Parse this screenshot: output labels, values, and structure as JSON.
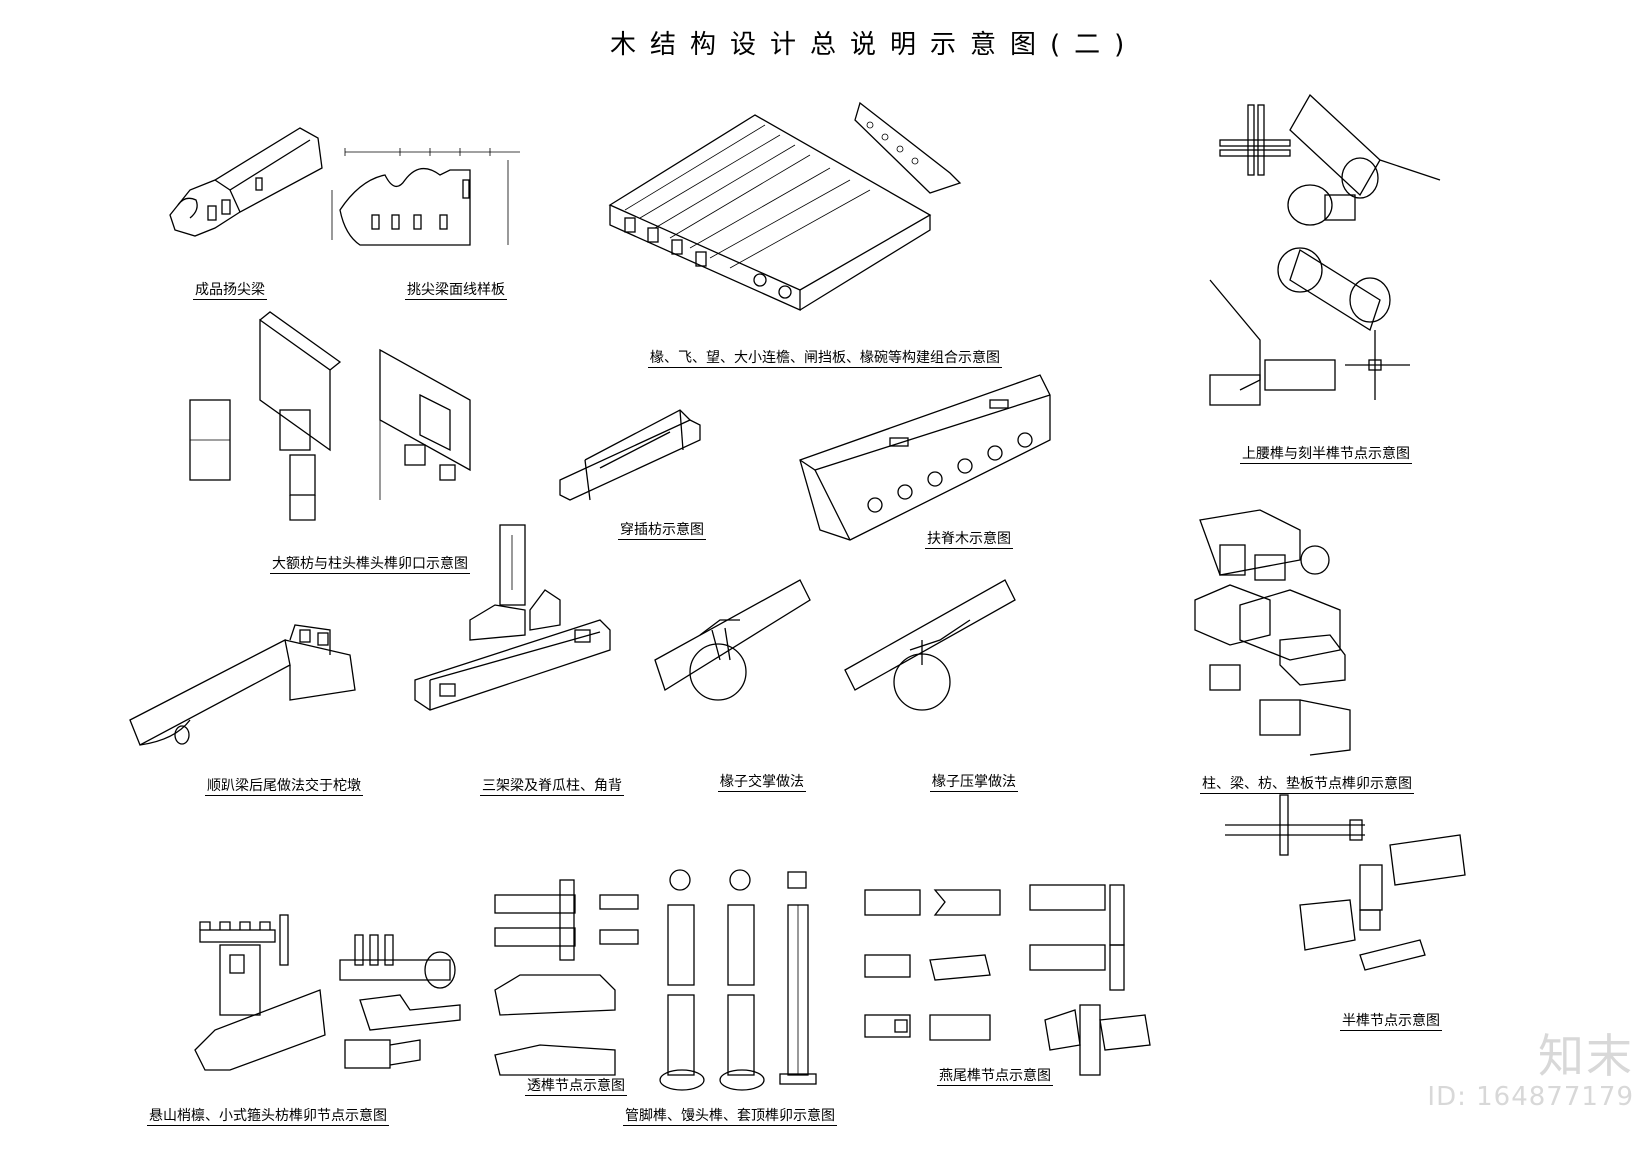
{
  "title": "木结构设计总说明示意图(二)",
  "captions": {
    "c1": "成品扬尖梁",
    "c2": "挑尖梁面线样板",
    "c3": "椽、飞、望、大小连檐、闸挡板、椽碗等构建组合示意图",
    "c4": "大额枋与柱头榫头榫卯口示意图",
    "c5": "穿插枋示意图",
    "c6": "扶脊木示意图",
    "c7": "上腰榫与刻半榫节点示意图",
    "c8": "顺趴梁后尾做法交于柁墩",
    "c9": "三架梁及脊瓜柱、角背",
    "c10": "椽子交掌做法",
    "c11": "椽子压掌做法",
    "c12": "柱、梁、枋、垫板节点榫卯示意图",
    "c13": "半榫节点示意图",
    "c14": "悬山梢檩、小式箍头枋榫卯节点示意图",
    "c15": "透榫节点示意图",
    "c16": "管脚榫、馒头榫、套顶榫卯示意图",
    "c17": "燕尾榫节点示意图"
  },
  "watermark": {
    "logo": "知末",
    "id": "ID: 164877179"
  },
  "colors": {
    "line": "#000000",
    "background": "#ffffff",
    "watermark": "#d8d8d8"
  }
}
